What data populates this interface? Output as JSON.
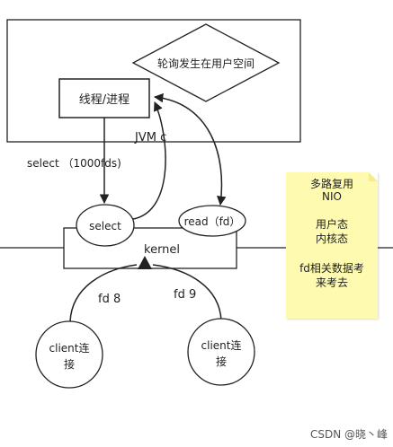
{
  "diagram": {
    "jvm_box_label": "JVM  c",
    "polling_note": "轮询发生在用户空间",
    "thread_process": "线程/进程",
    "select_call": "select （1000fds)",
    "select_node": "select",
    "read_node": "read（fd）",
    "kernel": "kernel",
    "fd_left": "fd 8",
    "fd_right": "fd 9",
    "client_left": [
      "client连",
      "接"
    ],
    "client_right": [
      "client连",
      "接"
    ]
  },
  "sticky_note": {
    "lines": [
      "多路复用",
      "NIO",
      "用户态",
      "内核态",
      "fd相关数据考",
      "来考去"
    ]
  },
  "watermark": "CSDN @晓丶峰"
}
